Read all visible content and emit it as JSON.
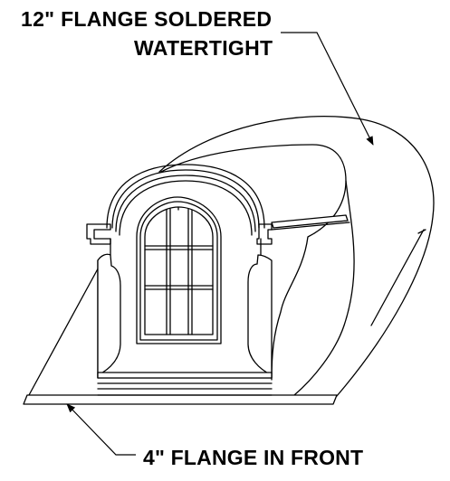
{
  "diagram": {
    "subject": "dormer",
    "callouts": {
      "top_line_1": "12\" FLANGE SOLDERED",
      "top_line_2": "WATERTIGHT",
      "bottom": "4\" FLANGE IN FRONT"
    },
    "colors": {
      "ink": "#000000",
      "paper": "#ffffff"
    }
  }
}
